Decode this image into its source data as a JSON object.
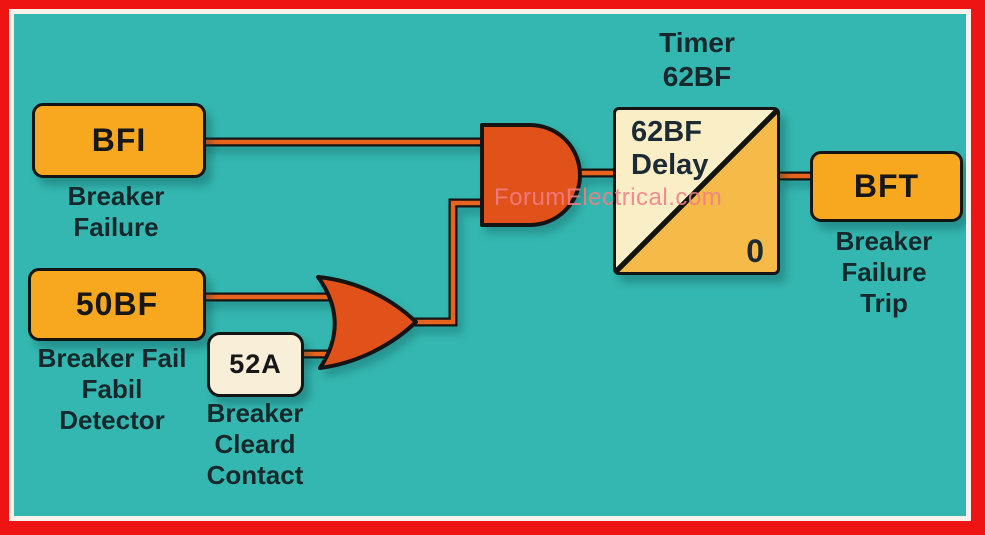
{
  "watermark": "ForumElectrical.com",
  "nodes": {
    "bfi": {
      "label": "BFI",
      "caption": "Breaker\nFailure"
    },
    "bf50": {
      "label": "50BF",
      "caption": "Breaker Fail\nFabil\nDetector"
    },
    "a52": {
      "label": "52A",
      "caption": "Breaker\nCleard\nContact"
    },
    "timer": {
      "heading": "Timer\n62BF",
      "line1": "62BF",
      "line2": "Delay",
      "corner_value": "0"
    },
    "bft": {
      "label": "BFT",
      "caption": "Breaker\nFailure\nTrip"
    }
  },
  "colors": {
    "background": "#34b7b0",
    "frame_outer": "#ee1414",
    "frame_inner": "#f7f3ea",
    "node_fill": "#f8a81f",
    "node_cream_fill": "#f9efd8",
    "gate_fill": "#e0521a",
    "wire": "#e8641e",
    "outline": "#141414",
    "timer_upper": "#f9eec6",
    "timer_lower": "#f6ba49",
    "caption_text": "#16282c",
    "watermark_text": "#f27d85"
  }
}
